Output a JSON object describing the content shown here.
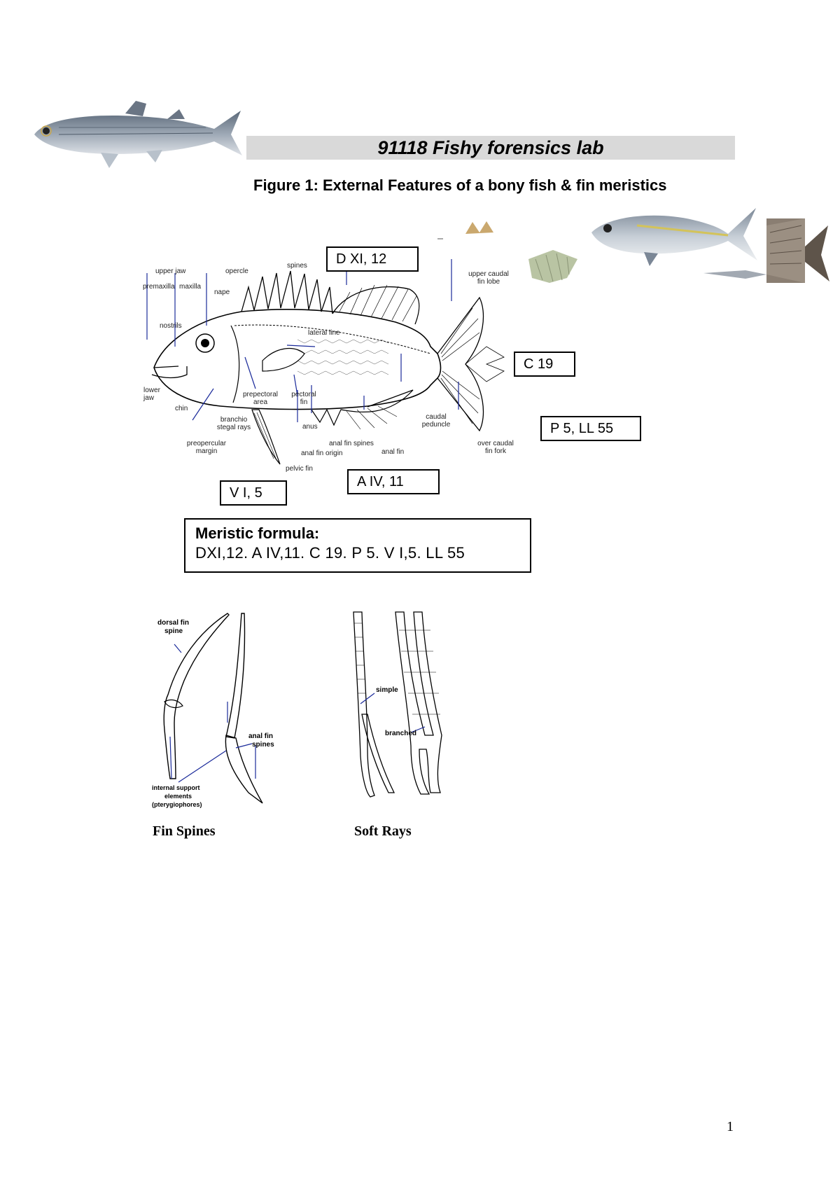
{
  "header": {
    "title": "91118 Fishy forensics lab",
    "figure_caption": "Figure 1:  External Features of a bony fish & fin meristics"
  },
  "boxes": {
    "dorsal": "D XI, 12",
    "caudal": "C 19",
    "pectoral_ll": "P 5, LL 55",
    "anal": "A IV, 11",
    "pelvic": "V I, 5"
  },
  "meristic": {
    "title": "Meristic formula:",
    "formula": "DXI,12.  A IV,11.  C 19.  P 5.  V I,5.  LL 55"
  },
  "diagram_labels": {
    "upper_jaw": "upper jaw",
    "premaxilla": "premaxilla",
    "maxilla": "maxilla",
    "operculum": "opercle",
    "nape": "nape",
    "nostrils": "nostrils",
    "lower_jaw": "lower jaw",
    "chin": "chin",
    "spines": "spines",
    "lateral_line": "lateral line",
    "prepectoral": "prepectoral area",
    "pectoral_fin": "pectoral fin",
    "branchiostegal": "branchio stegal rays",
    "preopercular": "preopercular margin",
    "anus": "anus",
    "anal_fin_spines": "anal fin spines",
    "anal_fin_origin": "anal fin origin",
    "anal_fin": "anal fin",
    "pelvic_fin": "pelvic fin",
    "caudal_peduncle": "caudal peduncle",
    "upper_caudal": "upper caudal fin lobe",
    "caudal_fork": "over caudal fin fork",
    "dorsal_spine": "dorsal fin spine",
    "anal_fin_spine": "anal fin spines",
    "internal_support": "internal support elements (pterygiophores)",
    "simple": "simple",
    "branched": "branched"
  },
  "captions": {
    "fin_spines": "Fin Spines",
    "soft_rays": "Soft Rays"
  },
  "page_number": "1",
  "colors": {
    "title_bar": "#d9d9d9",
    "arrow": "#1a2a9a"
  }
}
